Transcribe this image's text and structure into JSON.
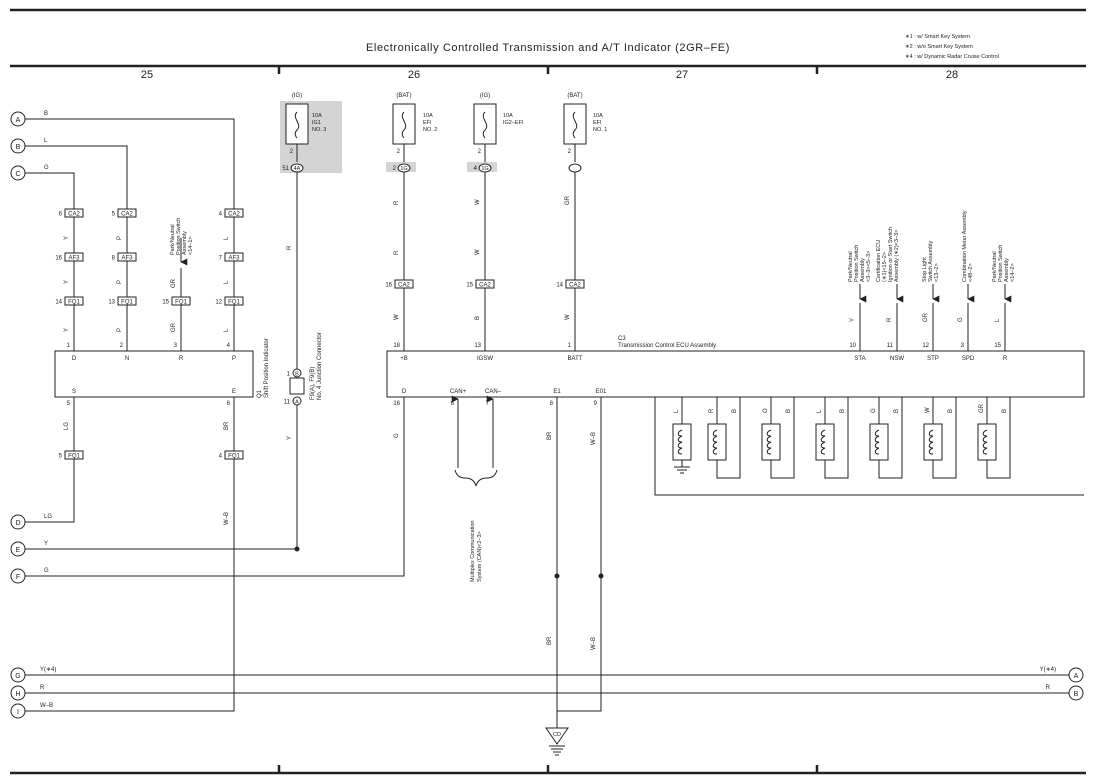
{
  "title": "Electronically Controlled Transmission and A/T Indicator (2GR–FE)",
  "notes": [
    "∗1 : w/ Smart Key System",
    "∗2 : w/o Smart Key System",
    "∗4 : w/ Dynamic Radar Cruise Control"
  ],
  "sections": [
    "25",
    "26",
    "27",
    "28"
  ],
  "left_connectors": [
    {
      "id": "A",
      "wire": "B"
    },
    {
      "id": "B",
      "wire": "L"
    },
    {
      "id": "C",
      "wire": "G"
    },
    {
      "id": "D",
      "wire": "LG"
    },
    {
      "id": "E",
      "wire": "Y"
    },
    {
      "id": "F",
      "wire": "G"
    },
    {
      "id": "G",
      "wire": "Y(∗4)"
    },
    {
      "id": "H",
      "wire": "R"
    },
    {
      "id": "I",
      "wire": "W–B"
    }
  ],
  "right_connectors": [
    {
      "id": "A",
      "wire": "Y(∗4)"
    },
    {
      "id": "B",
      "wire": "R"
    }
  ],
  "fuses": [
    {
      "supply": "(IG)",
      "rating": "10A",
      "name1": "IG1",
      "name2": "NO. 3",
      "pin": "2",
      "conn": "4A",
      "conn_pin": "51"
    },
    {
      "supply": "(BAT)",
      "rating": "10A",
      "name1": "EFI",
      "name2": "NO. 2",
      "pin": "2",
      "conn": "1G",
      "conn_pin": "2"
    },
    {
      "supply": "(IG)",
      "rating": "10A",
      "name1": "IG2–EFI",
      "name2": "",
      "pin": "2",
      "conn": "1G",
      "conn_pin": "4"
    },
    {
      "supply": "(BAT)",
      "rating": "10A",
      "name1": "EFI",
      "name2": "NO. 1",
      "pin": "2",
      "conn": "",
      "conn_pin": ""
    }
  ],
  "col25": {
    "ca2": [
      "6",
      "5",
      "4"
    ],
    "af3": [
      "16",
      "8",
      "7"
    ],
    "fq1": [
      "14",
      "13",
      "15",
      "12"
    ],
    "wires_top": [
      "Y",
      "P",
      "L"
    ],
    "wires_mid": [
      "Y",
      "P",
      "L"
    ],
    "wires_low": [
      "Y",
      "P",
      "GR",
      "L"
    ],
    "pins_top": [
      "1",
      "2",
      "3",
      "4"
    ],
    "pins_top_labels": [
      "D",
      "N",
      "R",
      "P"
    ],
    "pins_bottom": [
      "5",
      "6"
    ],
    "pins_bottom_labels": [
      "S",
      "E"
    ],
    "wires_bottom": [
      "LG",
      "BR"
    ],
    "fq1_bottom": [
      "5",
      "4"
    ],
    "wires_after": [
      "LG",
      "W–B"
    ],
    "conn_label": "FQ1",
    "ca2_label": "CA2",
    "af3_label": "AF3",
    "pn_switch": [
      "Park/Neutral",
      "Position Switch",
      "Assembly",
      "<14–1>"
    ],
    "q1_code": "Q1",
    "q1_label": "Shift Position Indicator"
  },
  "junction": {
    "pin1": "1",
    "pin11": "11",
    "c1": "B",
    "c2": "A",
    "code": "F9(A), F9(B)",
    "name": "No. 4 Junction Connector",
    "wire_top": "R",
    "wire_bottom": "Y"
  },
  "col26_27": {
    "wires_a": [
      "R",
      "W",
      "GR"
    ],
    "wires_b": [
      "R",
      "W"
    ],
    "ca2_pins": [
      "16",
      "15",
      "14"
    ],
    "ca2_label": "CA2",
    "wires_c": [
      "W",
      "B",
      "W"
    ],
    "ecu_top_pins": [
      "18",
      "13",
      "1"
    ],
    "ecu_top_labels": [
      "+B",
      "IGSW",
      "BATT"
    ],
    "ecu_code": "C3",
    "ecu_name": "Transmission Control ECU Assembly",
    "bottom_labels": [
      "D",
      "CAN+",
      "CAN–",
      "E1",
      "E01"
    ],
    "bottom_pins": [
      "16",
      "6",
      "7",
      "8",
      "9"
    ],
    "wires_bottom": [
      "G",
      "BR",
      "W–B"
    ],
    "can_label1": "Multiplex Communication",
    "can_label2": "System (CAN)<2–3>",
    "wires_lower": [
      "BR",
      "W–B"
    ],
    "ground": "CD"
  },
  "col28": {
    "refs": [
      {
        "lines": [
          "Park/Neutral",
          "Position Switch",
          "Assembly",
          "<3–3><5–3>"
        ],
        "wire": "Y",
        "pin": "10",
        "label": "STA"
      },
      {
        "lines": [
          "Certification ECU",
          "(∗1)<15–2>",
          "Ignition or Start Switch",
          "Assembly (∗2)<3–3>"
        ],
        "wire": "R",
        "pin": "11",
        "label": "NSW"
      },
      {
        "lines": [
          "Stop Light",
          "Switch Assembly",
          "<13–2>"
        ],
        "wire": "GR",
        "pin": "12",
        "label": "STP"
      },
      {
        "lines": [
          "Combination Meter Assembly",
          "<48–2>"
        ],
        "wire": "G",
        "pin": "3",
        "label": "SPD"
      },
      {
        "lines": [
          "Park/Neutral",
          "Position Switch",
          "Assembly",
          "<14–2>"
        ],
        "wire": "L",
        "pin": "15",
        "label": "R"
      }
    ],
    "solenoids": [
      {
        "a": "L"
      },
      {
        "a": "R",
        "b": "B"
      },
      {
        "a": "O",
        "b": "B"
      },
      {
        "a": "L",
        "b": "B"
      },
      {
        "a": "G",
        "b": "B"
      },
      {
        "a": "W",
        "b": "B"
      },
      {
        "a": "GR",
        "b": "B"
      }
    ]
  }
}
